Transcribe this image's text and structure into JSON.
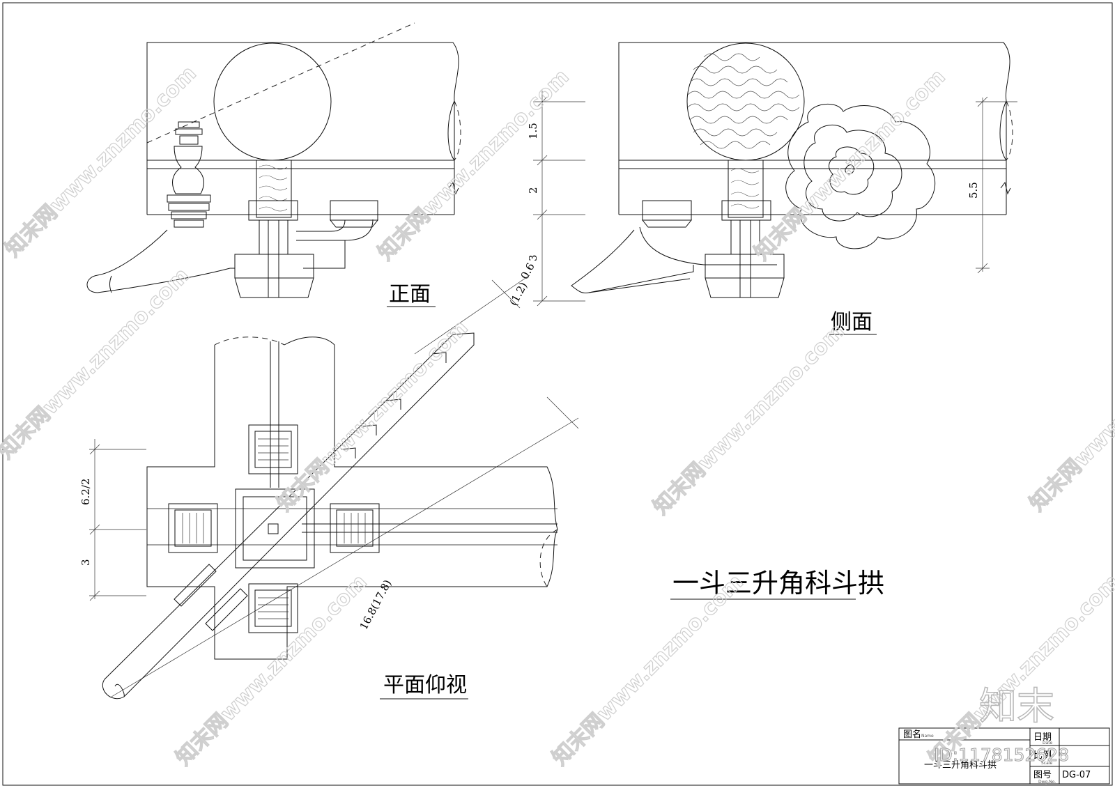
{
  "views": {
    "front_label": "正面",
    "side_label": "侧面",
    "plan_label": "平面仰视"
  },
  "main_title": "一斗三升角科斗拱",
  "dimensions": {
    "d_1_5": "1.5",
    "d_2": "2",
    "d_3": "3",
    "d_0_6": "0.6",
    "d_1_2": "(1.2)",
    "d_5_5": "5.5",
    "d_6_2_2": "6.2/2",
    "d_3_plan": "3",
    "d_16_8": "16.8(17.8)"
  },
  "title_block": {
    "name_label": "图名",
    "name_label_en": "Name",
    "date_label": "日期",
    "date_label_en": "Date",
    "scale_label": "比例",
    "scale_label_en": "Scale",
    "drawing_no_label": "图号",
    "drawing_no_label_en": "Dwg.No.",
    "drawing_name": "一斗三升角科斗拱",
    "drawing_no": "DG-07"
  },
  "watermark": {
    "text": "知末网www.znzmo.com",
    "logo": "知末",
    "id": "ID:1178152628"
  }
}
